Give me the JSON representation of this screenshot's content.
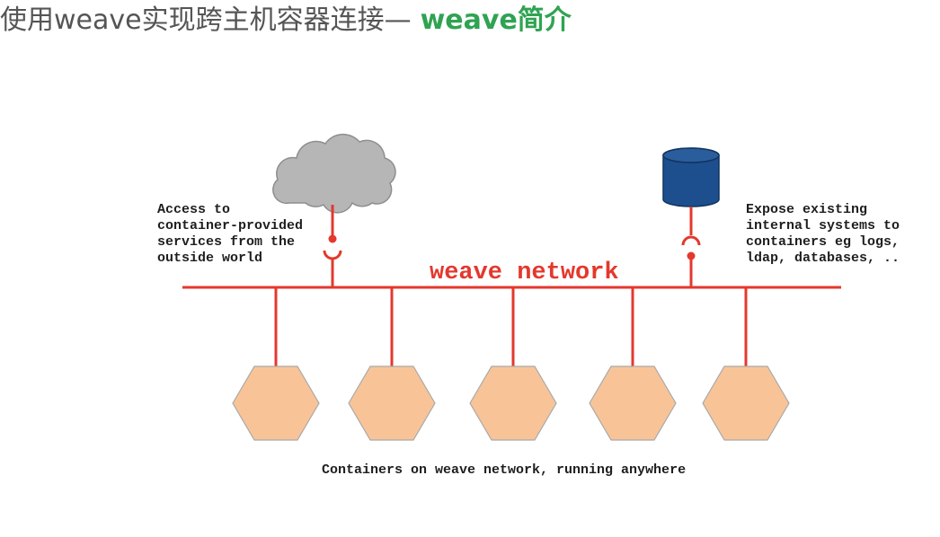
{
  "title": {
    "main": "使用weave实现跨主机容器连接—",
    "accent": "weave简介"
  },
  "diagram": {
    "left_note": [
      "Access to",
      "container-provided",
      "services from the",
      "outside world"
    ],
    "right_note": [
      "Expose existing",
      "internal systems to",
      "containers eg logs,",
      "ldap, databases, .."
    ],
    "network_label": "weave network",
    "caption": "Containers on weave network, running anywhere"
  },
  "colors": {
    "accent": "#2fa352",
    "network": "#e4382d",
    "cloud": "#b6b6b6",
    "database": "#1d4f8e",
    "container": "#f8c497"
  }
}
